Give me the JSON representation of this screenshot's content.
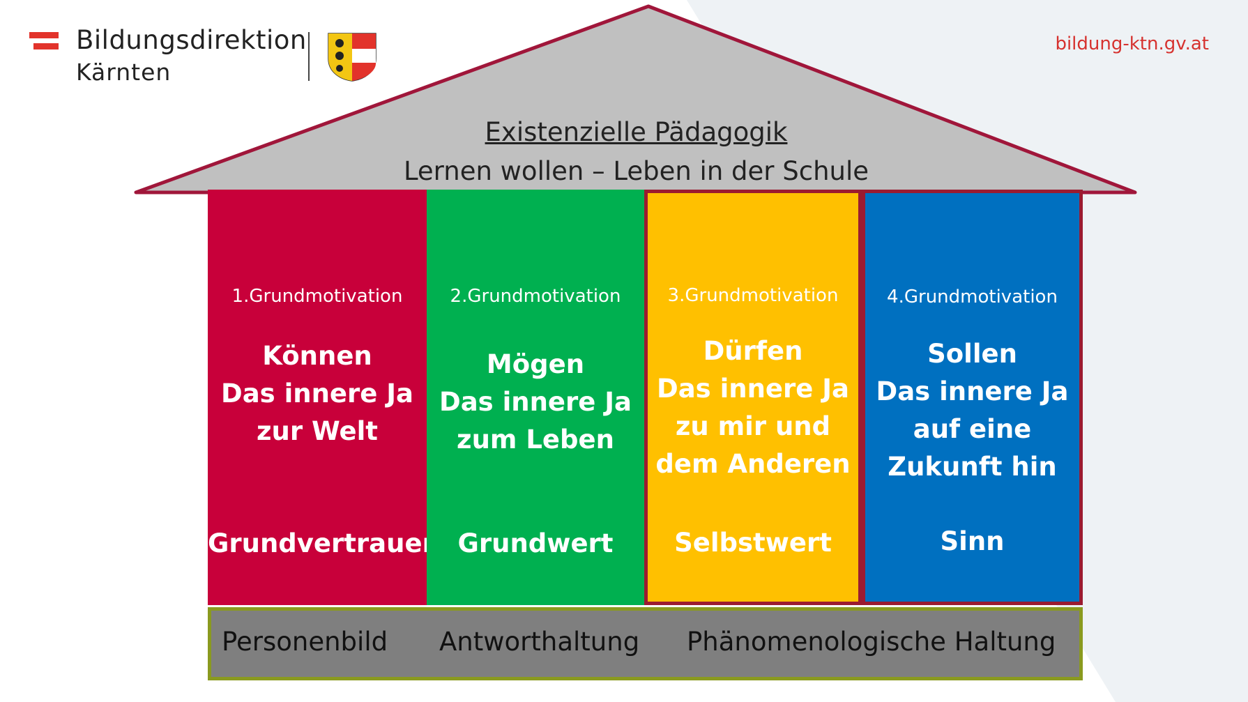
{
  "header": {
    "brand_name": "Bildungsdirektion",
    "brand_sub": "Kärnten",
    "website": "bildung-ktn.gv.at"
  },
  "roof": {
    "title": "Existenzielle Pädagogik",
    "subtitle": "Lernen wollen – Leben in der Schule"
  },
  "pillars": [
    {
      "heading": "1.Grundmotivation",
      "body": "Können\nDas innere Ja\nzur Welt",
      "footer": "Grundvertrauen",
      "color": "#c8003a"
    },
    {
      "heading": "2.Grundmotivation",
      "body": "Mögen\nDas innere Ja\nzum Leben",
      "footer": "Grundwert",
      "color": "#00b050"
    },
    {
      "heading": "3.Grundmotivation",
      "body": "Dürfen\nDas innere Ja\nzu mir und\ndem Anderen",
      "footer": "Selbstwert",
      "color": "#ffc000"
    },
    {
      "heading": "4.Grundmotivation",
      "body": "Sollen\nDas innere Ja\nauf eine\nZukunft hin",
      "footer": "Sinn",
      "color": "#0070c0"
    }
  ],
  "foundation": {
    "items": [
      "Personenbild",
      "Antworthaltung",
      "Phänomenologische Haltung"
    ],
    "fill": "#7f7f7f",
    "border": "#8a9a1f"
  },
  "colors": {
    "roof_fill": "#c0c0c0",
    "roof_border": "#a0163a",
    "accent_red": "#d6322f",
    "highlight_border": "#9b1b30"
  },
  "icons": [
    "austria-flag-icon",
    "carinthia-coat-of-arms-icon"
  ]
}
